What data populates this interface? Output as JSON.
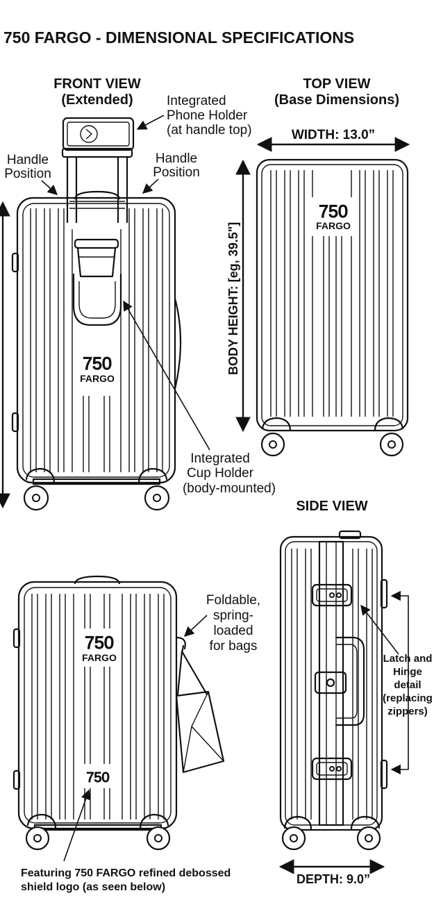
{
  "title": "750 FARGO - DIMENSIONAL SPECIFICATIONS",
  "views": {
    "front": {
      "title": "FRONT VIEW",
      "subtitle": "(Extended)"
    },
    "top": {
      "title": "TOP VIEW",
      "subtitle": "(Base Dimensions)"
    },
    "side": {
      "title": "SIDE VIEW"
    }
  },
  "dimensions": {
    "width": "WIDTH: 13.0”",
    "body_height": "BODY HEIGHT: [eg, 39.5\"]",
    "depth": "DEPTH: 9.0”"
  },
  "callouts": {
    "phone_holder": [
      "Integrated",
      "Phone Holder",
      "(at handle top)"
    ],
    "handle_left": [
      "Handle",
      "Position"
    ],
    "handle_right": [
      "Handle",
      "Position"
    ],
    "cup_holder": [
      "Integrated",
      "Cup Holder",
      "(body-mounted)"
    ],
    "bag_hook": [
      "Foldable,",
      "spring-",
      "loaded",
      "for bags"
    ],
    "latch": [
      "Latch and",
      "Hinge",
      "detail",
      "(replacing",
      "zippers)"
    ],
    "shield_logo": [
      "Featuring 750 FARGO refined debossed",
      "shield logo (as seen below)"
    ]
  },
  "logo": {
    "number": "750",
    "brand": "FARGO",
    "small_number": "750"
  },
  "icons": [
    "phone-icon",
    "cup-icon",
    "bag-icon",
    "wheel-icon",
    "arrow-icon",
    "latch-icon",
    "handle-icon",
    "logo-badge-icon"
  ]
}
